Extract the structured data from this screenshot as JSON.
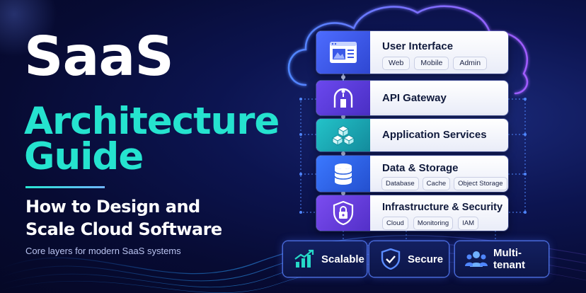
{
  "hero": {
    "title": "SaaS",
    "subtitle_line1": "Architecture",
    "subtitle_line2": "Guide",
    "tagline_line1": "How to Design and",
    "tagline_line2": "Scale Cloud Software",
    "caption": "Core layers for modern SaaS systems"
  },
  "layers": [
    {
      "label": "User Interface",
      "chips": [
        "Web",
        "Mobile",
        "Admin"
      ],
      "icon": "browser-window-icon",
      "color": "#3a59e8"
    },
    {
      "label": "API Gateway",
      "chips": [],
      "icon": "gateway-arch-icon",
      "color": "#5a3fd8"
    },
    {
      "label": "Application Services",
      "chips": [],
      "icon": "cubes-icon",
      "color": "#1aa6b0"
    },
    {
      "label": "Data & Storage",
      "chips": [
        "Database",
        "Cache",
        "Object Storage"
      ],
      "icon": "database-icon",
      "color": "#2e63e0"
    },
    {
      "label": "Infrastructure & Security",
      "chips": [
        "Cloud",
        "Monitoring",
        "IAM"
      ],
      "icon": "lock-shield-icon",
      "color": "#6a3ad8"
    }
  ],
  "features": [
    {
      "label": "Scalable",
      "icon": "growth-chart-icon"
    },
    {
      "label": "Secure",
      "icon": "check-shield-icon"
    },
    {
      "label": "Multi-tenant",
      "icon": "users-group-icon"
    }
  ],
  "colors": {
    "accent_teal": "#25e3cf",
    "background": "#070b33",
    "glow_blue": "#4f86ff",
    "glow_purple": "#a15cff"
  }
}
